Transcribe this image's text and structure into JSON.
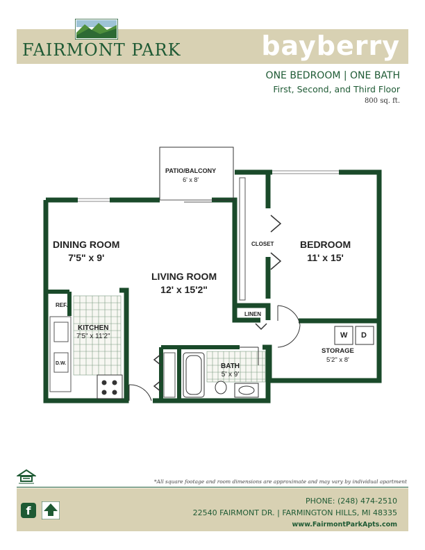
{
  "header": {
    "brand": "FAIRMONT PARK",
    "plan_name": "bayberry",
    "unit_type": "ONE BEDROOM | ONE BATH",
    "floors": "First, Second, and Third Floor",
    "square_feet": "800 sq. ft."
  },
  "rooms": {
    "patio_name": "PATIO/BALCONY",
    "patio_size": "6' x 8'",
    "dining_name": "DINING ROOM",
    "dining_size": "7'5\" x 9'",
    "living_name": "LIVING ROOM",
    "living_size": "12' x 15'2\"",
    "bedroom_name": "BEDROOM",
    "bedroom_size": "11' x 15'",
    "closet": "CLOSET",
    "linen": "LINEN",
    "ref": "REF.",
    "kitchen_name": "KITCHEN",
    "kitchen_size": "7'5\" x 11'2\"",
    "dw": "D.W.",
    "bath_name": "BATH",
    "bath_size": "5' x 9'",
    "storage_name": "STORAGE",
    "storage_size": "5'2\" x 8'",
    "washer": "W",
    "dryer": "D"
  },
  "disclaimer": "*All square footage and room dimensions are approximate and may vary by individual apartment",
  "footer": {
    "phone": "PHONE: (248) 474-2510",
    "address": "22540 FAIRMONT DR.  |  FARMINGTON HILLS, MI 48335",
    "website": "www.FairmontParkApts.com",
    "fb_glyph": "f"
  },
  "colors": {
    "brand_green": "#1e5a34",
    "band_tan": "#d8d1b3",
    "wall": "#1a4a2a"
  },
  "icons": [
    "logo-mountain-icon",
    "equal-housing-icon",
    "facebook-icon",
    "beztak-icon"
  ]
}
